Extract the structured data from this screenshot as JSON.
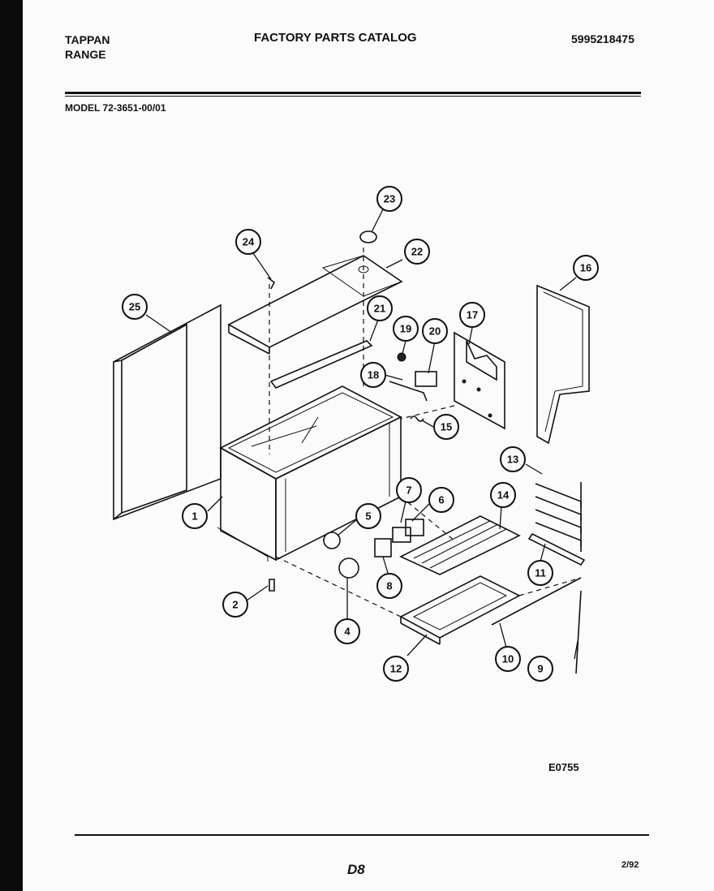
{
  "header": {
    "brand_line1": "TAPPAN",
    "brand_line2": "RANGE",
    "catalog_title": "FACTORY PARTS CATALOG",
    "part_number": "5995218475"
  },
  "model_line": "MODEL  72-3651-00/01",
  "diagram": {
    "code": "E0755",
    "callouts": [
      "1",
      "2",
      "4",
      "5",
      "6",
      "7",
      "8",
      "9",
      "10",
      "11",
      "12",
      "13",
      "14",
      "15",
      "16",
      "17",
      "18",
      "19",
      "20",
      "21",
      "22",
      "23",
      "24",
      "25"
    ]
  },
  "footer": {
    "page_id": "D8",
    "date": "2/92"
  }
}
